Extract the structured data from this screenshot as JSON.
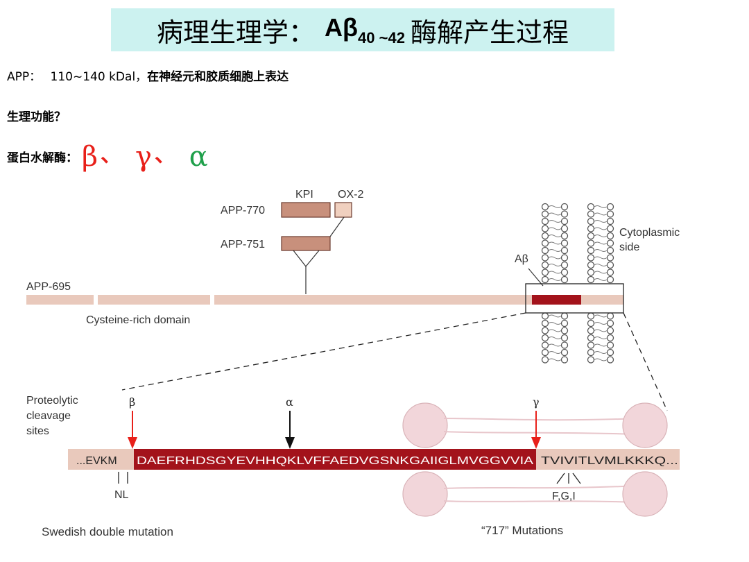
{
  "title": {
    "prefix": "病理生理学：",
    "ab": "Aβ",
    "sub": "40 ~42",
    "suffix": "酶解产生过程"
  },
  "lines": {
    "app_label": "APP：",
    "app_value": "110~140 kDal，",
    "app_rest": "在神经元和胶质细胞上表达",
    "function": "生理功能？",
    "enzyme_label": "蛋白水解酶：",
    "enzyme_beta": "β",
    "enzyme_gamma": "γ",
    "enzyme_alpha": "α",
    "enzyme_sep": "、"
  },
  "colors": {
    "beta": "#e8201a",
    "gamma": "#e8201a",
    "alpha": "#1fa04b",
    "strand": "#e9c9bc",
    "domain_box": "#c8907c",
    "ab_bar": "#a3131b",
    "membrane_circle": "#f2d6da"
  },
  "diagram": {
    "kpi": "KPI",
    "ox2": "OX-2",
    "app770": "APP-770",
    "app751": "APP-751",
    "app695": "APP-695",
    "cysteine": "Cysteine-rich domain",
    "cytoplasmic1": "Cytoplasmic",
    "cytoplasmic2": "side",
    "abeta": "Aβ",
    "proteolytic1": "Proteolytic",
    "proteolytic2": "cleavage",
    "proteolytic3": "sites",
    "site_beta": "β",
    "site_alpha": "α",
    "site_gamma": "γ",
    "seq_left": "...EVKM",
    "seq_mid": "DAEFRHDSGYEVHHQKLVFFAEDVGSNKGAIIGLMVGGVVIA",
    "seq_right": "TVIVITLVMLKKKQ...",
    "nl": "NL",
    "fgi": "F,G,I",
    "swedish": "Swedish double mutation",
    "m717": "“717” Mutations"
  }
}
